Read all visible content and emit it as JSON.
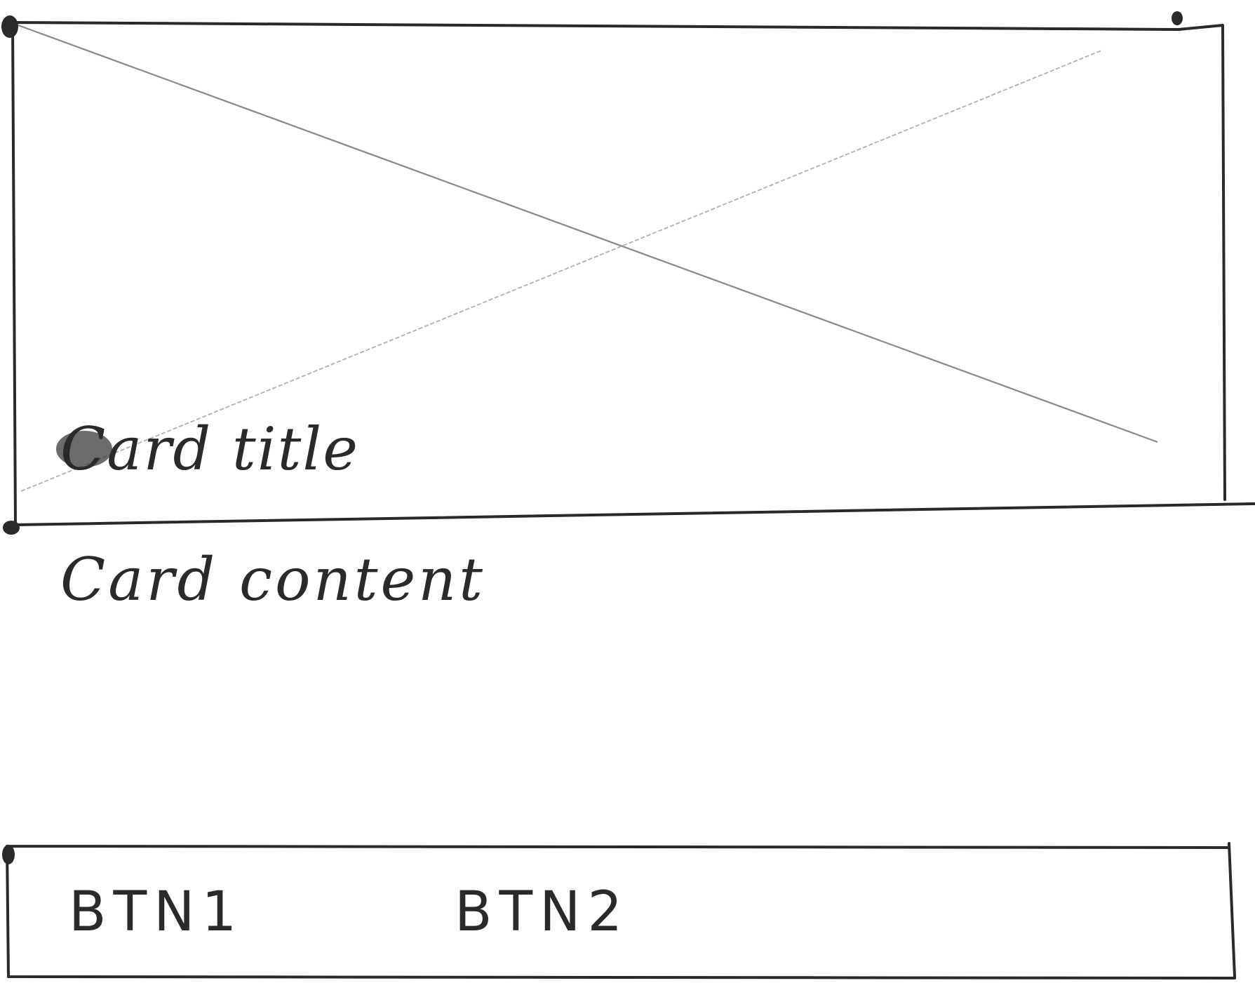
{
  "card": {
    "title": "Card title",
    "content": "Card content",
    "image_placeholder": "image-placeholder-icon"
  },
  "actions": {
    "btn1_label": "BTN1",
    "btn2_label": "BTN2"
  },
  "colors": {
    "ink": "#2a2a2a",
    "pencil": "#8a8a8a",
    "background": "#ffffff"
  }
}
